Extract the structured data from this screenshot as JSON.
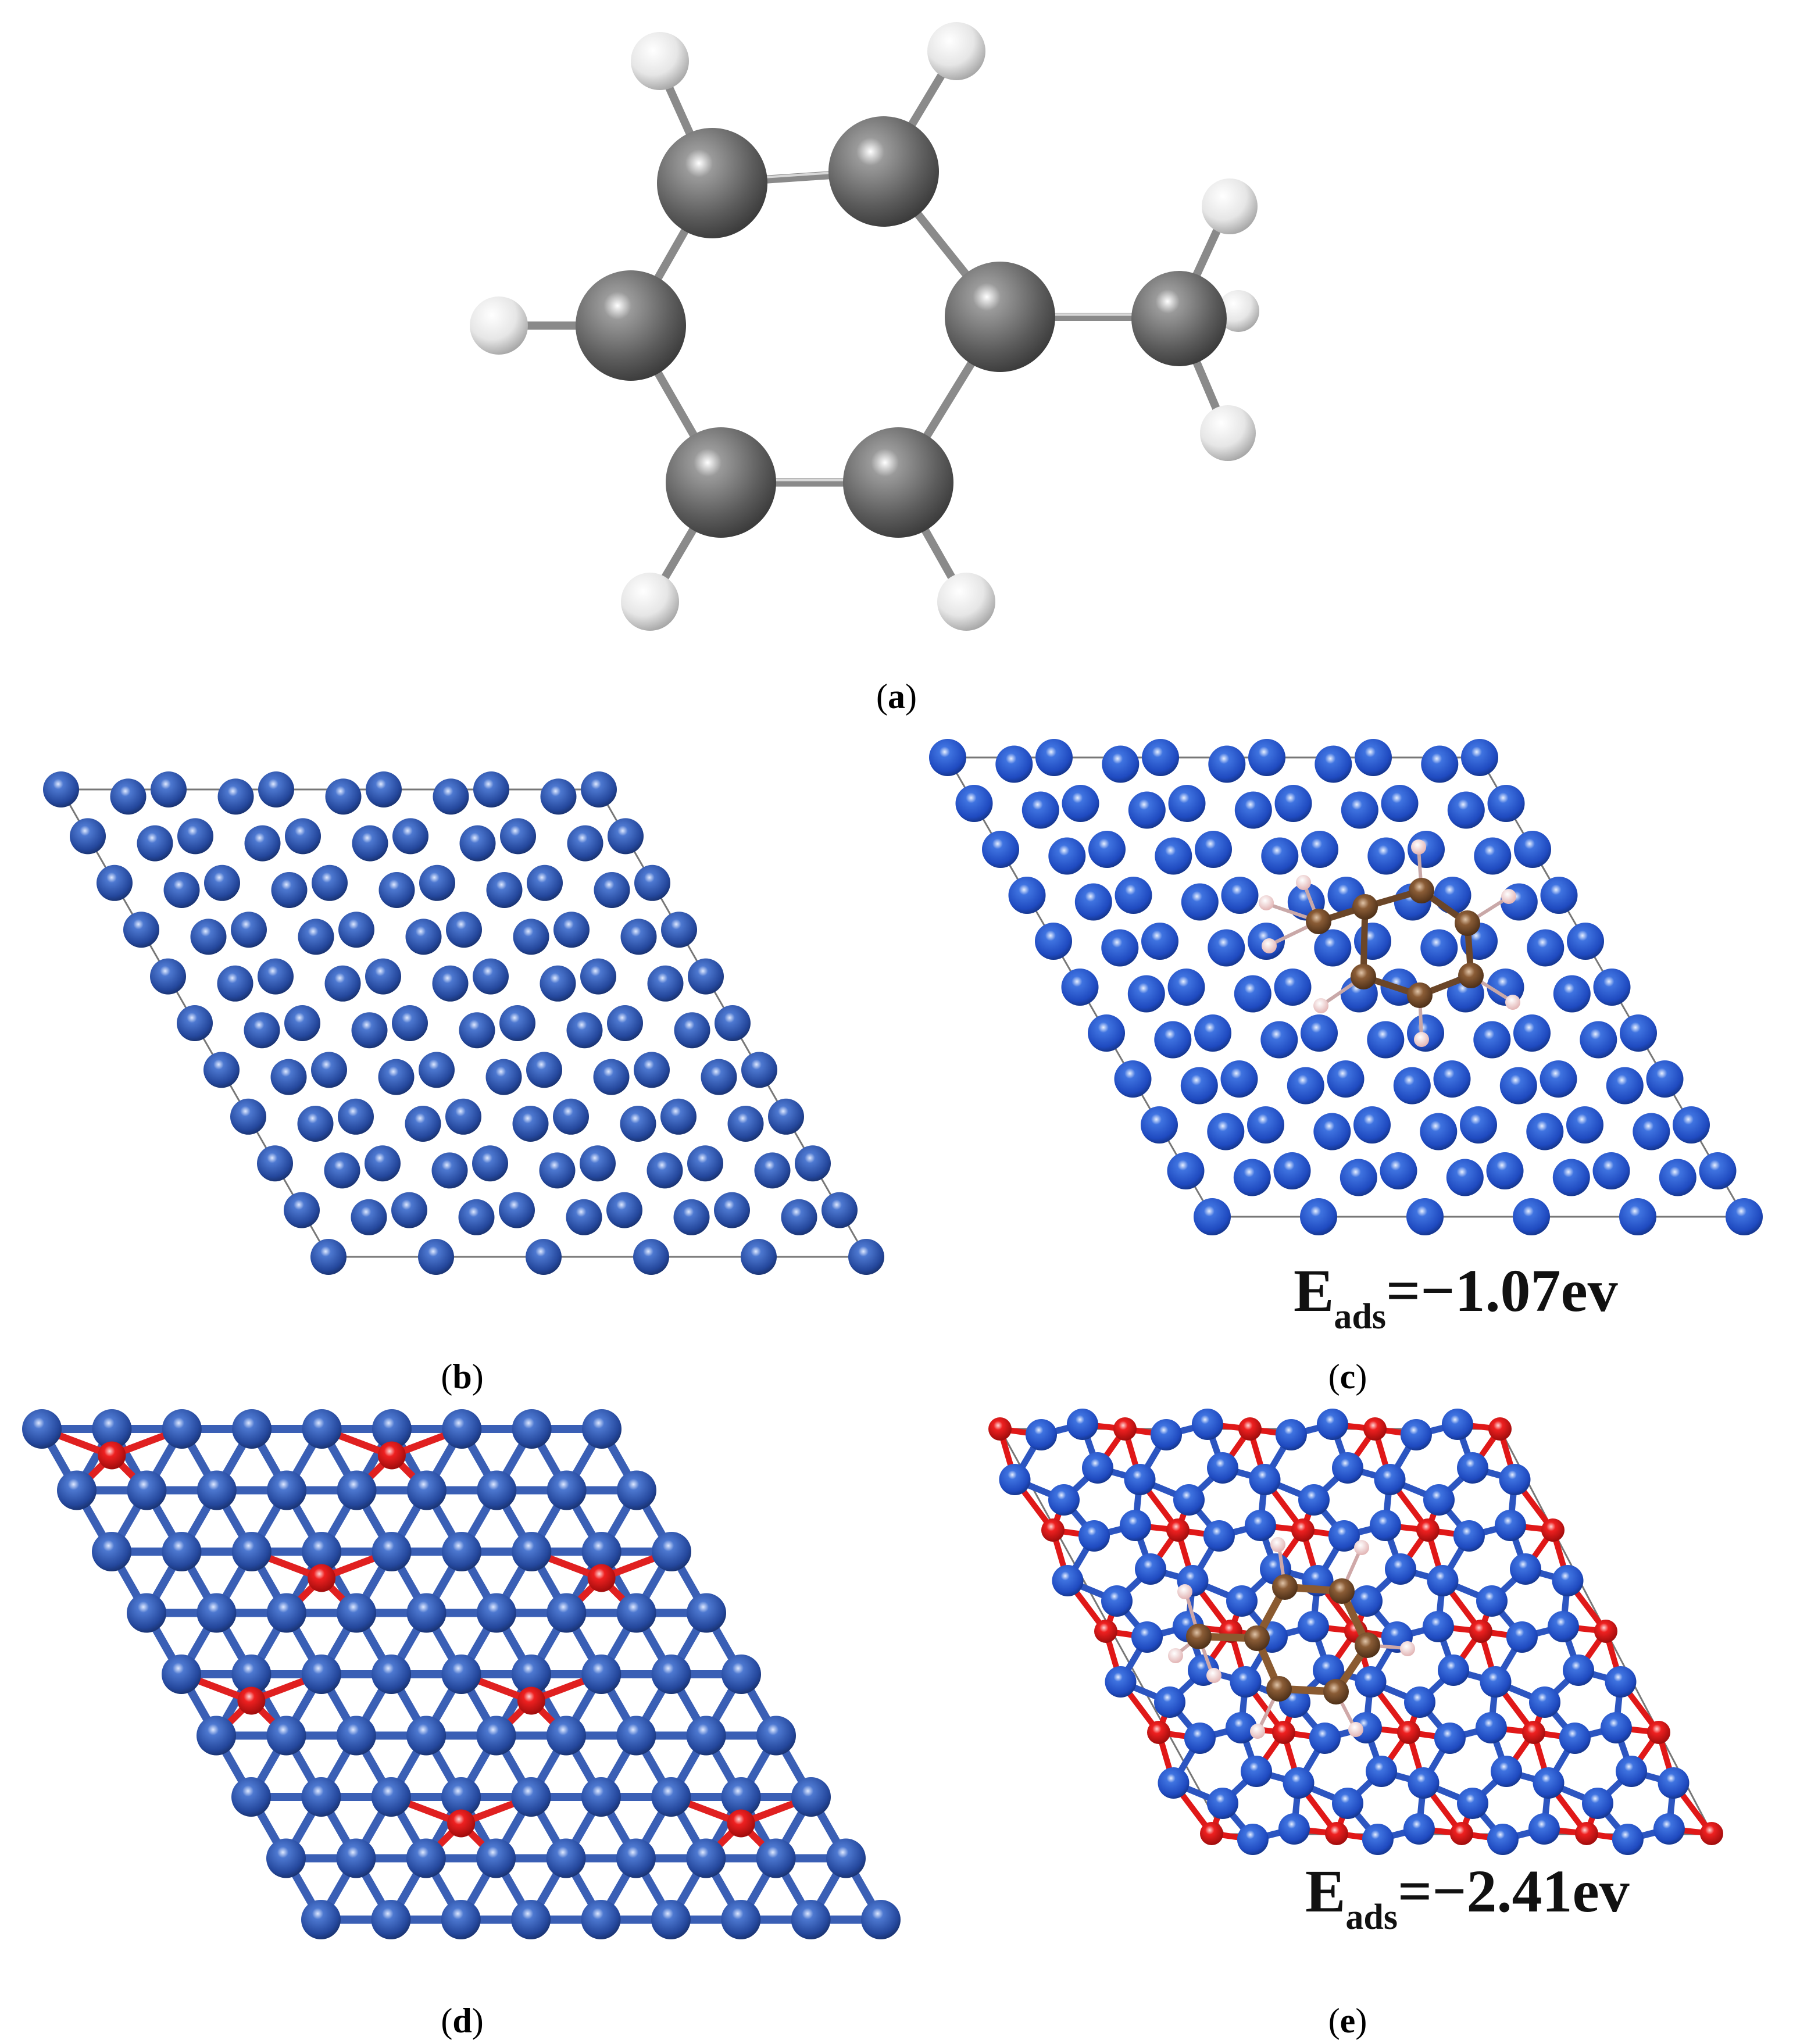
{
  "captions": {
    "a": "a",
    "b": "b",
    "c": "c",
    "d": "d",
    "e": "e"
  },
  "energies": {
    "c": {
      "symbol": "E",
      "subscript": "ads",
      "value": "=−1.07ev"
    },
    "e": {
      "symbol": "E",
      "subscript": "ads",
      "value": "=−2.41ev"
    }
  },
  "colors": {
    "carbon_3d": "#6d6d6d",
    "hydrogen_3d": "#ededed",
    "surface_atom": "#2f58b0",
    "oxygen": "#e01818",
    "carbon_small": "#7a5230",
    "hydrogen_small": "#f0c8c8",
    "cell_line": "#555555"
  }
}
